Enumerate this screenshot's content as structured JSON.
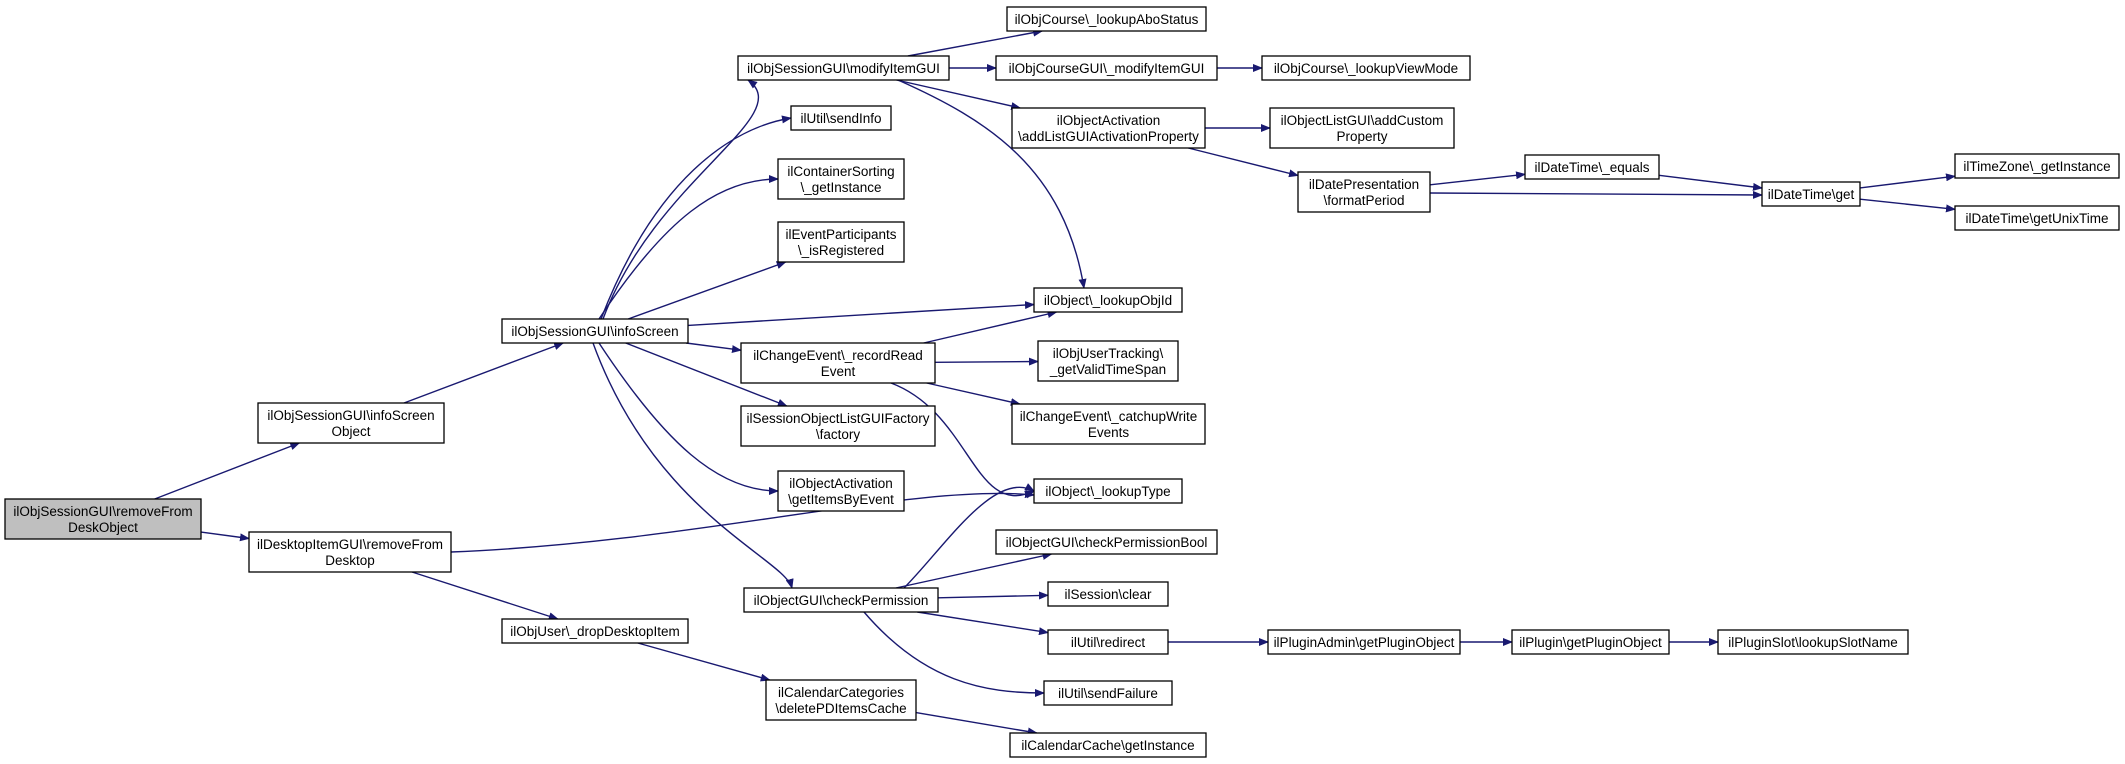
{
  "diagram": {
    "type": "call-graph",
    "colors": {
      "edge": "#191970",
      "node_border": "#000000",
      "root_fill": "#bfbfbf",
      "node_fill": "#ffffff"
    },
    "nodes": [
      {
        "id": "n0",
        "lines": [
          "ilObjSessionGUI\\removeFrom",
          "DeskObject"
        ],
        "root": true
      },
      {
        "id": "n1",
        "lines": [
          "ilObjSessionGUI\\infoScreen",
          "Object"
        ]
      },
      {
        "id": "n2",
        "lines": [
          "ilDesktopItemGUI\\removeFrom",
          "Desktop"
        ]
      },
      {
        "id": "n3",
        "lines": [
          "ilObjSessionGUI\\infoScreen"
        ]
      },
      {
        "id": "n4",
        "lines": [
          "ilObjUser\\_dropDesktopItem"
        ]
      },
      {
        "id": "n5",
        "lines": [
          "ilObjSessionGUI\\modifyItemGUI"
        ]
      },
      {
        "id": "n6",
        "lines": [
          "ilUtil\\sendInfo"
        ]
      },
      {
        "id": "n7",
        "lines": [
          "ilContainerSorting",
          "\\_getInstance"
        ]
      },
      {
        "id": "n8",
        "lines": [
          "ilEventParticipants",
          "\\_isRegistered"
        ]
      },
      {
        "id": "n9",
        "lines": [
          "ilChangeEvent\\_recordRead",
          "Event"
        ]
      },
      {
        "id": "n10",
        "lines": [
          "ilSessionObjectListGUIFactory",
          "\\factory"
        ]
      },
      {
        "id": "n11",
        "lines": [
          "ilObjectActivation",
          "\\getItemsByEvent"
        ]
      },
      {
        "id": "n12",
        "lines": [
          "ilObjectGUI\\checkPermission"
        ]
      },
      {
        "id": "n13",
        "lines": [
          "ilCalendarCategories",
          "\\deletePDItemsCache"
        ]
      },
      {
        "id": "n14",
        "lines": [
          "ilObjCourse\\_lookupAboStatus"
        ]
      },
      {
        "id": "n15",
        "lines": [
          "ilObjCourseGUI\\_modifyItemGUI"
        ]
      },
      {
        "id": "n16",
        "lines": [
          "ilObjectActivation",
          "\\addListGUIActivationProperty"
        ]
      },
      {
        "id": "n17",
        "lines": [
          "ilObject\\_lookupObjId"
        ]
      },
      {
        "id": "n18",
        "lines": [
          "ilObjUserTracking\\",
          "_getValidTimeSpan"
        ]
      },
      {
        "id": "n19",
        "lines": [
          "ilChangeEvent\\_catchupWrite",
          "Events"
        ]
      },
      {
        "id": "n20",
        "lines": [
          "ilObject\\_lookupType"
        ]
      },
      {
        "id": "n21",
        "lines": [
          "ilObjectGUI\\checkPermissionBool"
        ]
      },
      {
        "id": "n22",
        "lines": [
          "ilSession\\clear"
        ]
      },
      {
        "id": "n23",
        "lines": [
          "ilUtil\\redirect"
        ]
      },
      {
        "id": "n24",
        "lines": [
          "ilUtil\\sendFailure"
        ]
      },
      {
        "id": "n25",
        "lines": [
          "ilCalendarCache\\getInstance"
        ]
      },
      {
        "id": "n26",
        "lines": [
          "ilObjCourse\\_lookupViewMode"
        ]
      },
      {
        "id": "n27",
        "lines": [
          "ilObjectListGUI\\addCustom",
          "Property"
        ]
      },
      {
        "id": "n28",
        "lines": [
          "ilDatePresentation",
          "\\formatPeriod"
        ]
      },
      {
        "id": "n29",
        "lines": [
          "ilPluginAdmin\\getPluginObject"
        ]
      },
      {
        "id": "n30",
        "lines": [
          "ilDateTime\\_equals"
        ]
      },
      {
        "id": "n31",
        "lines": [
          "ilDateTime\\get"
        ]
      },
      {
        "id": "n32",
        "lines": [
          "ilPlugin\\getPluginObject"
        ]
      },
      {
        "id": "n33",
        "lines": [
          "ilTimeZone\\_getInstance"
        ]
      },
      {
        "id": "n34",
        "lines": [
          "ilDateTime\\getUnixTime"
        ]
      },
      {
        "id": "n35",
        "lines": [
          "ilPluginSlot\\lookupSlotName"
        ]
      }
    ],
    "edges": [
      [
        "n0",
        "n1"
      ],
      [
        "n0",
        "n2"
      ],
      [
        "n1",
        "n3"
      ],
      [
        "n2",
        "n20"
      ],
      [
        "n2",
        "n4"
      ],
      [
        "n3",
        "n5"
      ],
      [
        "n3",
        "n6"
      ],
      [
        "n3",
        "n7"
      ],
      [
        "n3",
        "n8"
      ],
      [
        "n3",
        "n17"
      ],
      [
        "n3",
        "n9"
      ],
      [
        "n3",
        "n10"
      ],
      [
        "n3",
        "n11"
      ],
      [
        "n3",
        "n12"
      ],
      [
        "n4",
        "n13"
      ],
      [
        "n5",
        "n14"
      ],
      [
        "n5",
        "n15"
      ],
      [
        "n5",
        "n16"
      ],
      [
        "n5",
        "n17"
      ],
      [
        "n9",
        "n17"
      ],
      [
        "n9",
        "n18"
      ],
      [
        "n9",
        "n19"
      ],
      [
        "n9",
        "n20"
      ],
      [
        "n12",
        "n20"
      ],
      [
        "n12",
        "n21"
      ],
      [
        "n12",
        "n22"
      ],
      [
        "n12",
        "n23"
      ],
      [
        "n12",
        "n24"
      ],
      [
        "n13",
        "n25"
      ],
      [
        "n15",
        "n26"
      ],
      [
        "n16",
        "n27"
      ],
      [
        "n16",
        "n28"
      ],
      [
        "n28",
        "n30"
      ],
      [
        "n28",
        "n31"
      ],
      [
        "n30",
        "n31"
      ],
      [
        "n31",
        "n33"
      ],
      [
        "n31",
        "n34"
      ],
      [
        "n23",
        "n29"
      ],
      [
        "n29",
        "n32"
      ],
      [
        "n32",
        "n35"
      ]
    ]
  }
}
